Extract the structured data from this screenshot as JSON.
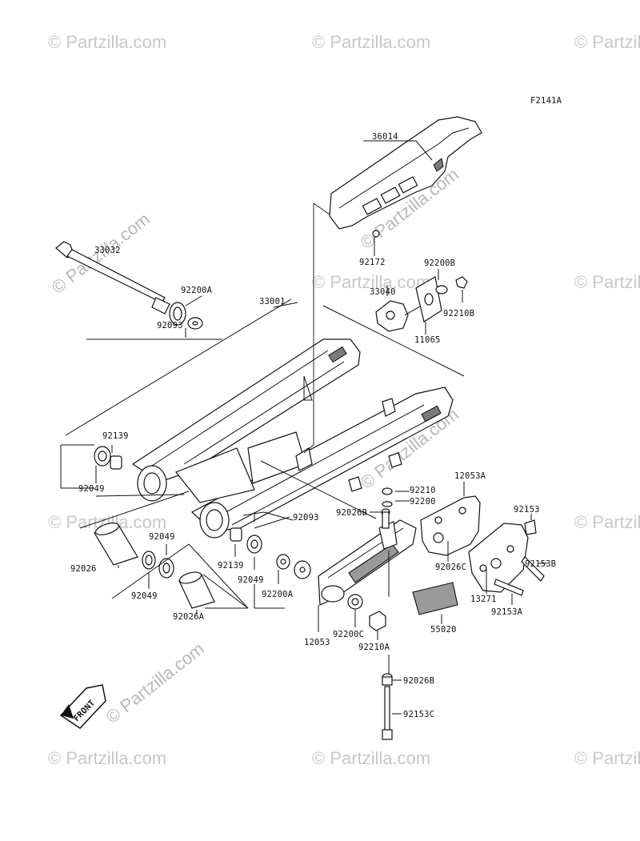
{
  "figure_code": "F2141A",
  "watermark": "© Partzilla.com",
  "front_marker": "FRONT",
  "labels": {
    "p36014": "36014",
    "p92172": "92172",
    "p92200B": "92200B",
    "p33040": "33040",
    "p92210B": "92210B",
    "p11065": "11065",
    "p33032": "33032",
    "p92200A_top": "92200A",
    "p92093_top": "92093",
    "p33001": "33001",
    "p92139_left": "92139",
    "p92049_left": "92049",
    "p92026": "92026",
    "p92049_mid": "92049",
    "p92049_low": "92049",
    "p92026A": "92026A",
    "p92139_mid": "92139",
    "p92049_mid2": "92049",
    "p92093_mid": "92093",
    "p92200A_mid": "92200A",
    "p92210": "92210",
    "p92200": "92200",
    "p92026B_top": "92026B",
    "p12053A": "12053A",
    "p92153": "92153",
    "p92026C": "92026C",
    "p92153B": "92153B",
    "p13271": "13271",
    "p92153A": "92153A",
    "p55020": "55020",
    "p12053": "12053",
    "p92200C": "92200C",
    "p92210A": "92210A",
    "p92026B_low": "92026B",
    "p92153C": "92153C"
  },
  "colors": {
    "line": "#111111",
    "part_fill": "#ffffff",
    "shade": "#7a7a7a",
    "watermark": "#c8c8c8"
  }
}
